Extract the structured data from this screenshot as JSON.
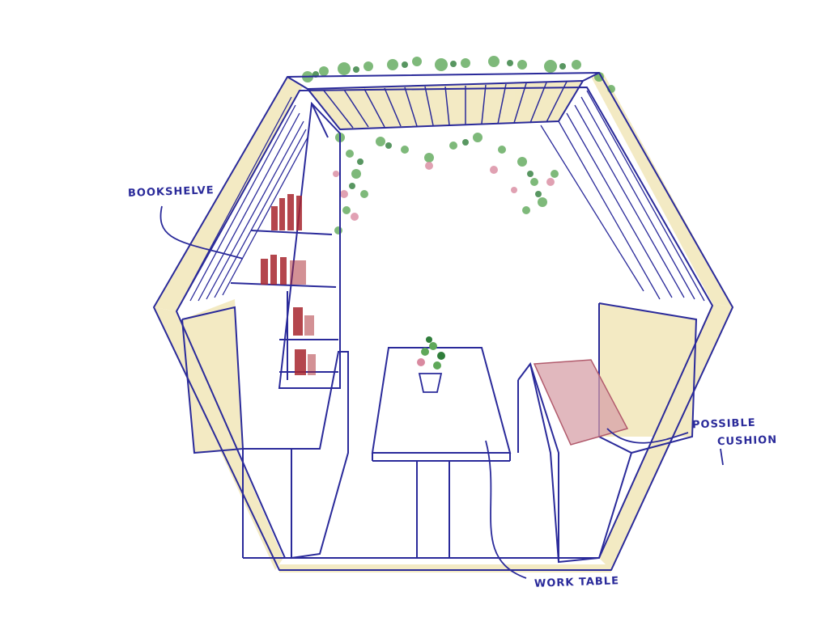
{
  "annotations": {
    "bookshelve": "BOOKSHELVE",
    "possible": "POSSIBLE",
    "cushion": "CUSHION",
    "work_table": "WORK TABLE"
  },
  "colors": {
    "ink": "#2a2a9a",
    "wood_wash": "#efe3b0",
    "foliage": "#5fa85a",
    "foliage_dark": "#2f7d3a",
    "blossom": "#d98aa0",
    "books": "#a8262f",
    "cushion": "#d7a0a8"
  }
}
